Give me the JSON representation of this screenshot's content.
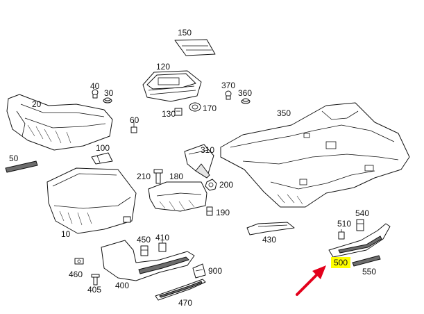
{
  "diagram": {
    "highlight_color": "#ffff00",
    "arrow_color": "#e3001b",
    "highlighted_part": "500",
    "callouts": [
      {
        "id": "150",
        "label": "150"
      },
      {
        "id": "120",
        "label": "120"
      },
      {
        "id": "40",
        "label": "40"
      },
      {
        "id": "30",
        "label": "30"
      },
      {
        "id": "370",
        "label": "370"
      },
      {
        "id": "360",
        "label": "360"
      },
      {
        "id": "20",
        "label": "20"
      },
      {
        "id": "130",
        "label": "130"
      },
      {
        "id": "170",
        "label": "170"
      },
      {
        "id": "350",
        "label": "350"
      },
      {
        "id": "60",
        "label": "60"
      },
      {
        "id": "50",
        "label": "50"
      },
      {
        "id": "100",
        "label": "100"
      },
      {
        "id": "310",
        "label": "310"
      },
      {
        "id": "210",
        "label": "210"
      },
      {
        "id": "180",
        "label": "180"
      },
      {
        "id": "200",
        "label": "200"
      },
      {
        "id": "190",
        "label": "190"
      },
      {
        "id": "540",
        "label": "540"
      },
      {
        "id": "510",
        "label": "510"
      },
      {
        "id": "10",
        "label": "10"
      },
      {
        "id": "430",
        "label": "430"
      },
      {
        "id": "450",
        "label": "450"
      },
      {
        "id": "410",
        "label": "410"
      },
      {
        "id": "500",
        "label": "500"
      },
      {
        "id": "550",
        "label": "550"
      },
      {
        "id": "460",
        "label": "460"
      },
      {
        "id": "900",
        "label": "900"
      },
      {
        "id": "405",
        "label": "405"
      },
      {
        "id": "400",
        "label": "400"
      },
      {
        "id": "470",
        "label": "470"
      }
    ]
  }
}
